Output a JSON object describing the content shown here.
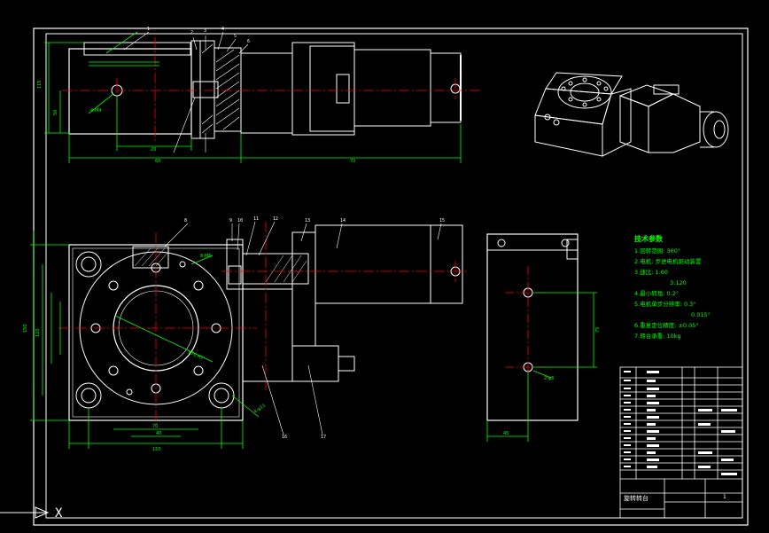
{
  "tech_requirements": {
    "title": "技术参数",
    "items": [
      "1.回转范围: 360°",
      "2.电机: 步进电机驱动装置",
      "3.速比: 1:60",
      "3:120",
      "4.最小转角: 0.2°",
      "5.电机单步分辨率: 0.3°",
      "0.015°",
      "6.重复定位精度: ±0.05°",
      "7.转台承重: 10kg"
    ]
  },
  "title_block": {
    "drawing_name": "旋转转台",
    "sheet_number": "1"
  },
  "coordinate_axis": {
    "x_label": "X"
  },
  "part_callouts": {
    "top_view": [
      "1",
      "2",
      "3",
      "4",
      "5",
      "6"
    ],
    "front_view": [
      "8",
      "9",
      "10",
      "11",
      "12",
      "13",
      "14",
      "15",
      "16",
      "17"
    ]
  },
  "colors": {
    "background": "#000000",
    "outline": "#ffffff",
    "dimension": "#00ff00",
    "centerline": "#ff0000",
    "text": "#00ff00"
  }
}
